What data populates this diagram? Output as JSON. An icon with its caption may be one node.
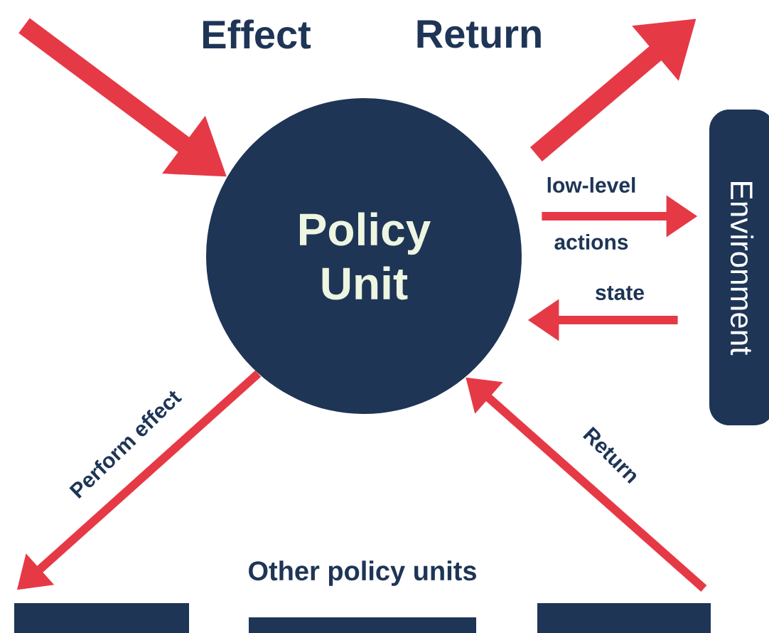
{
  "diagram": {
    "nodes": [
      {
        "text": [
          "Policy Unit"
        ]
      },
      {
        "text": [
          "Environment"
        ]
      },
      {
        "text": [],
        "shape": "bar"
      },
      {
        "text": [],
        "shape": "bar"
      },
      {
        "text": [],
        "shape": "bar"
      }
    ],
    "edges": [
      {
        "from": null,
        "to": 0,
        "arrow": "to",
        "label": "Effect",
        "style": "thick"
      },
      {
        "from": 0,
        "to": null,
        "arrow": "to",
        "label": "Return",
        "style": "thick"
      },
      {
        "from": 0,
        "to": 1,
        "arrow": "to",
        "label": "low-level actions"
      },
      {
        "from": 1,
        "to": 0,
        "arrow": "to",
        "label": "state"
      },
      {
        "from": 0,
        "to": 2,
        "arrow": "to",
        "label": "Perform effect"
      },
      {
        "from": 4,
        "to": 0,
        "arrow": "to",
        "label": "Return"
      }
    ],
    "labels": [
      "Other policy units"
    ]
  }
}
